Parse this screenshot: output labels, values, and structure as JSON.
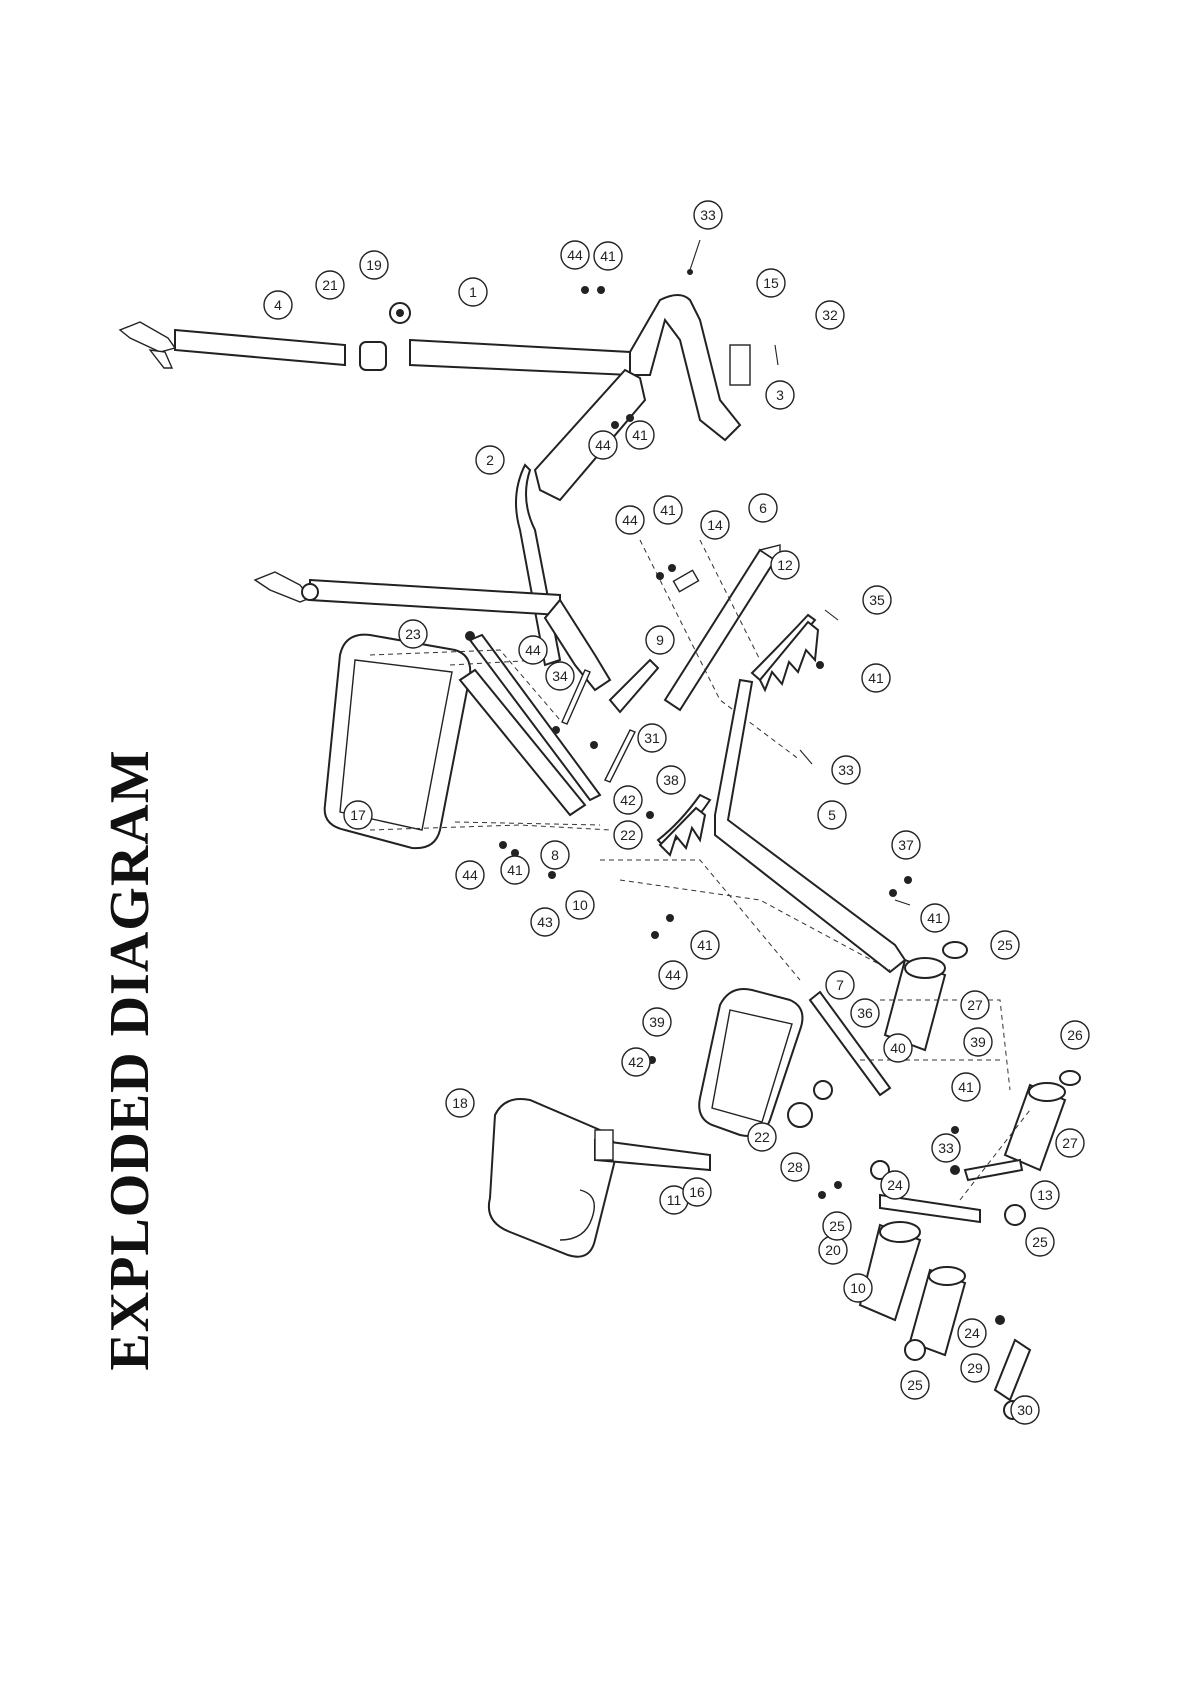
{
  "title": "EXPLODED DIAGRAM",
  "callouts": [
    {
      "label": "1"
    },
    {
      "label": "2"
    },
    {
      "label": "3"
    },
    {
      "label": "4"
    },
    {
      "label": "5"
    },
    {
      "label": "6"
    },
    {
      "label": "7"
    },
    {
      "label": "8"
    },
    {
      "label": "9"
    },
    {
      "label": "10"
    },
    {
      "label": "10"
    },
    {
      "label": "11"
    },
    {
      "label": "12"
    },
    {
      "label": "13"
    },
    {
      "label": "14"
    },
    {
      "label": "15"
    },
    {
      "label": "16"
    },
    {
      "label": "17"
    },
    {
      "label": "18"
    },
    {
      "label": "19"
    },
    {
      "label": "20"
    },
    {
      "label": "21"
    },
    {
      "label": "22"
    },
    {
      "label": "22"
    },
    {
      "label": "23"
    },
    {
      "label": "24"
    },
    {
      "label": "24"
    },
    {
      "label": "25"
    },
    {
      "label": "25"
    },
    {
      "label": "25"
    },
    {
      "label": "25"
    },
    {
      "label": "26"
    },
    {
      "label": "27"
    },
    {
      "label": "27"
    },
    {
      "label": "28"
    },
    {
      "label": "29"
    },
    {
      "label": "30"
    },
    {
      "label": "31"
    },
    {
      "label": "32"
    },
    {
      "label": "33"
    },
    {
      "label": "33"
    },
    {
      "label": "33"
    },
    {
      "label": "34"
    },
    {
      "label": "35"
    },
    {
      "label": "36"
    },
    {
      "label": "37"
    },
    {
      "label": "38"
    },
    {
      "label": "39"
    },
    {
      "label": "39"
    },
    {
      "label": "40"
    },
    {
      "label": "41"
    },
    {
      "label": "41"
    },
    {
      "label": "41"
    },
    {
      "label": "41"
    },
    {
      "label": "41"
    },
    {
      "label": "41"
    },
    {
      "label": "41"
    },
    {
      "label": "41"
    },
    {
      "label": "42"
    },
    {
      "label": "42"
    },
    {
      "label": "43"
    },
    {
      "label": "44"
    },
    {
      "label": "44"
    },
    {
      "label": "44"
    },
    {
      "label": "44"
    },
    {
      "label": "44"
    },
    {
      "label": "44"
    }
  ]
}
